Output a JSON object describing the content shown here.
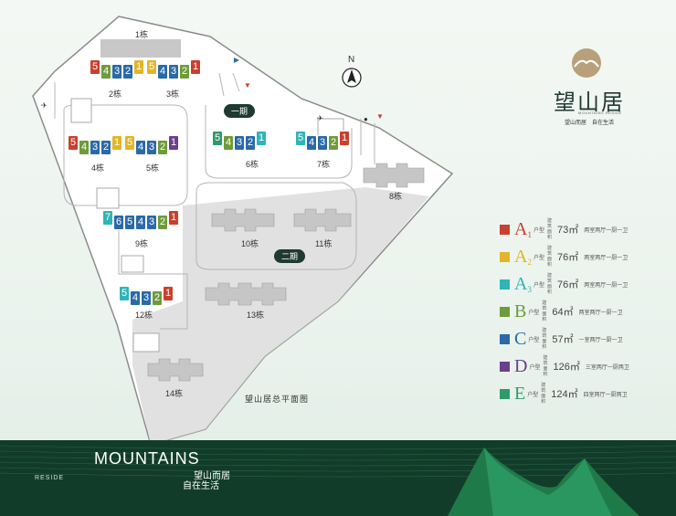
{
  "colors": {
    "A1": "#c8402e",
    "A2": "#e2b52a",
    "A3": "#2fb5b7",
    "B": "#6f9b3a",
    "C": "#2a6aa7",
    "D": "#6a3f8c",
    "E": "#2f9a6a"
  },
  "map": {
    "title": "望山居总平面图",
    "compass": "N",
    "phase1": "一期",
    "phase2": "二期"
  },
  "buildings": {
    "b1": "1栋",
    "b2": "2栋",
    "b3": "3栋",
    "b4": "4栋",
    "b5": "5栋",
    "b6": "6栋",
    "b7": "7栋",
    "b8": "8栋",
    "b9": "9栋",
    "b10": "10栋",
    "b11": "11栋",
    "b12": "12栋",
    "b13": "13栋",
    "b14": "14栋"
  },
  "unit_rows": [
    {
      "building": "2栋",
      "units": [
        [
          "5",
          "A1"
        ],
        [
          "4",
          "B"
        ],
        [
          "3",
          "C"
        ],
        [
          "2",
          "C"
        ],
        [
          "1",
          "A2"
        ]
      ]
    },
    {
      "building": "3栋",
      "units": [
        [
          "5",
          "A2"
        ],
        [
          "4",
          "C"
        ],
        [
          "3",
          "C"
        ],
        [
          "2",
          "B"
        ],
        [
          "1",
          "A1"
        ]
      ]
    },
    {
      "building": "4栋",
      "units": [
        [
          "5",
          "A1"
        ],
        [
          "4",
          "B"
        ],
        [
          "3",
          "C"
        ],
        [
          "2",
          "C"
        ],
        [
          "1",
          "A2"
        ]
      ]
    },
    {
      "building": "5栋",
      "units": [
        [
          "5",
          "A2"
        ],
        [
          "4",
          "C"
        ],
        [
          "3",
          "C"
        ],
        [
          "2",
          "B"
        ],
        [
          "1",
          "D"
        ]
      ]
    },
    {
      "building": "6栋",
      "units": [
        [
          "5",
          "E"
        ],
        [
          "4",
          "B"
        ],
        [
          "3",
          "C"
        ],
        [
          "2",
          "C"
        ],
        [
          "1",
          "A3"
        ]
      ]
    },
    {
      "building": "7栋",
      "units": [
        [
          "5",
          "A3"
        ],
        [
          "4",
          "C"
        ],
        [
          "3",
          "C"
        ],
        [
          "2",
          "B"
        ],
        [
          "1",
          "A1"
        ]
      ]
    },
    {
      "building": "9栋",
      "units": [
        [
          "7",
          "A3"
        ],
        [
          "6",
          "C"
        ],
        [
          "5",
          "C"
        ],
        [
          "4",
          "C"
        ],
        [
          "3",
          "C"
        ],
        [
          "2",
          "B"
        ],
        [
          "1",
          "A1"
        ]
      ]
    },
    {
      "building": "12栋",
      "units": [
        [
          "5",
          "A3"
        ],
        [
          "4",
          "C"
        ],
        [
          "3",
          "C"
        ],
        [
          "2",
          "B"
        ],
        [
          "1",
          "A1"
        ]
      ]
    }
  ],
  "legend": [
    {
      "key": "A1",
      "letter": "A",
      "sub": "1",
      "type": "户型",
      "area_label": "建筑面积",
      "area": "73㎡",
      "desc": "两室两厅一厨一卫"
    },
    {
      "key": "A2",
      "letter": "A",
      "sub": "2",
      "type": "户型",
      "area_label": "建筑面积",
      "area": "76㎡",
      "desc": "两室两厅一厨一卫"
    },
    {
      "key": "A3",
      "letter": "A",
      "sub": "3",
      "type": "户型",
      "area_label": "建筑面积",
      "area": "76㎡",
      "desc": "两室两厅一厨一卫"
    },
    {
      "key": "B",
      "letter": "B",
      "sub": "",
      "type": "户型",
      "area_label": "建筑面积",
      "area": "64㎡",
      "desc": "两室两厅一厨一卫"
    },
    {
      "key": "C",
      "letter": "C",
      "sub": "",
      "type": "户型",
      "area_label": "建筑面积",
      "area": "57㎡",
      "desc": "一室两厅一厨一卫"
    },
    {
      "key": "D",
      "letter": "D",
      "sub": "",
      "type": "户型",
      "area_label": "建筑面积",
      "area": "126㎡",
      "desc": "三室两厅一厨两卫"
    },
    {
      "key": "E",
      "letter": "E",
      "sub": "",
      "type": "户型",
      "area_label": "建筑面积",
      "area": "124㎡",
      "desc": "四室两厅一厨两卫"
    }
  ],
  "brand": {
    "name_cn": "望山居",
    "name_en": "MOUNTAINS RESIDE",
    "slogan": "望山而居　自在生活",
    "footer_en": "MOUNTAINS",
    "footer_reside": "RESIDE",
    "footer_tag1": "望山而居",
    "footer_tag2": "自在生活"
  }
}
